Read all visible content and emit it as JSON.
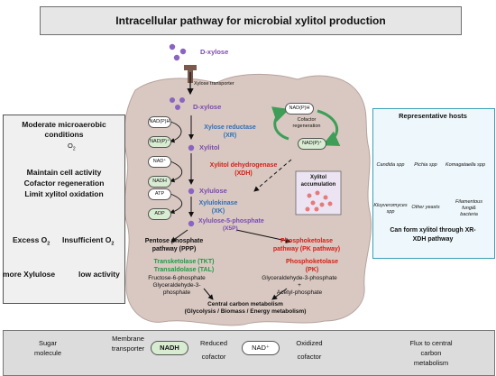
{
  "title": "Intracellular pathway  for microbial xylitol production",
  "cell": {
    "dxylose_outside": "D-xylose",
    "transporter": "Xylose transporter",
    "dxylose_inside": "D-xylose",
    "xylitol": "Xylitol",
    "xylulose": "Xylulose",
    "x5p": "Xylulose-5-phosphate",
    "x5p_abbr": "(X5P)",
    "xr_name": "Xylose reductase",
    "xr_abbr": "(XR)",
    "xdh_name": "Xylitol dehydrogenase",
    "xdh_abbr": "(XDH)",
    "xk_name": "Xylulokinase",
    "xk_abbr": "(XK)",
    "cofactors": [
      "NAD(P)H",
      "NAD(P)⁺",
      "NAD⁺",
      "NADH",
      "ATP",
      "ADP"
    ],
    "regen_top": "NAD(P)H",
    "regen_bottom": "NAD(P)⁺",
    "regen_label_1": "Cofactor",
    "regen_label_2": "regeneration",
    "accum_label_1": "Xylitol",
    "accum_label_2": "accumulation",
    "ppp_1": "Pentose phosphate",
    "ppp_2": "pathway (PPP)",
    "tkt": "Transketolase (TKT)",
    "tal": "Transaldolase (TAL)",
    "ppp_prod_1": "Fructose-6-phosphate",
    "ppp_prod_2": "Glyceraldehyde-3-",
    "ppp_prod_3": "phosphate",
    "pk_path_1": "Phosphoketolase",
    "pk_path_2": "pathway (PK pathway)",
    "pk_enzyme_1": "Phosphoketolase",
    "pk_enzyme_2": "(PK)",
    "pk_prod_1": "Glyceraldehyde-3-phosphate",
    "pk_prod_2": "+",
    "pk_prod_3": "Acetyl-phosphate",
    "central_1": "Central carbon metabolism",
    "central_2": "(Glycolysis / Biomass / Energy metabolism)"
  },
  "conditions": {
    "line1": "Moderate microaerobic",
    "line2": "conditions",
    "o2": "O",
    "o2_sub": "2",
    "goal1": "Maintain cell activity",
    "goal2": "Cofactor regeneration",
    "goal3": "Limit xylitol oxidation",
    "excess": "Excess O",
    "insufficient": "Insufficient O",
    "sub2": "2",
    "result_left": "more Xylulose",
    "result_right": "low activity"
  },
  "hosts": {
    "title": "Representative hosts",
    "species": [
      "Candida spp",
      "Pichia spp",
      "Komagataella spp",
      "Kluyveromyces",
      "spp",
      "Other yeasts",
      "Filamentous",
      "fungi&",
      "bacteria"
    ],
    "summary_1": "Can form xylitol through XR-",
    "summary_2": "XDH pathway"
  },
  "legend": {
    "sugar_1": "Sugar",
    "sugar_2": "molecule",
    "membrane_1": "Membrane",
    "membrane_2": "transporter",
    "nadh": "NADH",
    "reduced_1": "Reduced",
    "reduced_2": "cofactor",
    "nadp": "NAD⁺",
    "oxidized_1": "Oxidized",
    "oxidized_2": "cofactor",
    "flux_1": "Flux to central",
    "flux_2": "carbon",
    "flux_3": "metabolism"
  },
  "colors": {
    "cell": "#d9c8c1",
    "purple": "#8b63c1",
    "red": "#d22018",
    "blue": "#2f6fb8",
    "green": "#1e9a45",
    "regen_arrow": "#3e9e58"
  }
}
